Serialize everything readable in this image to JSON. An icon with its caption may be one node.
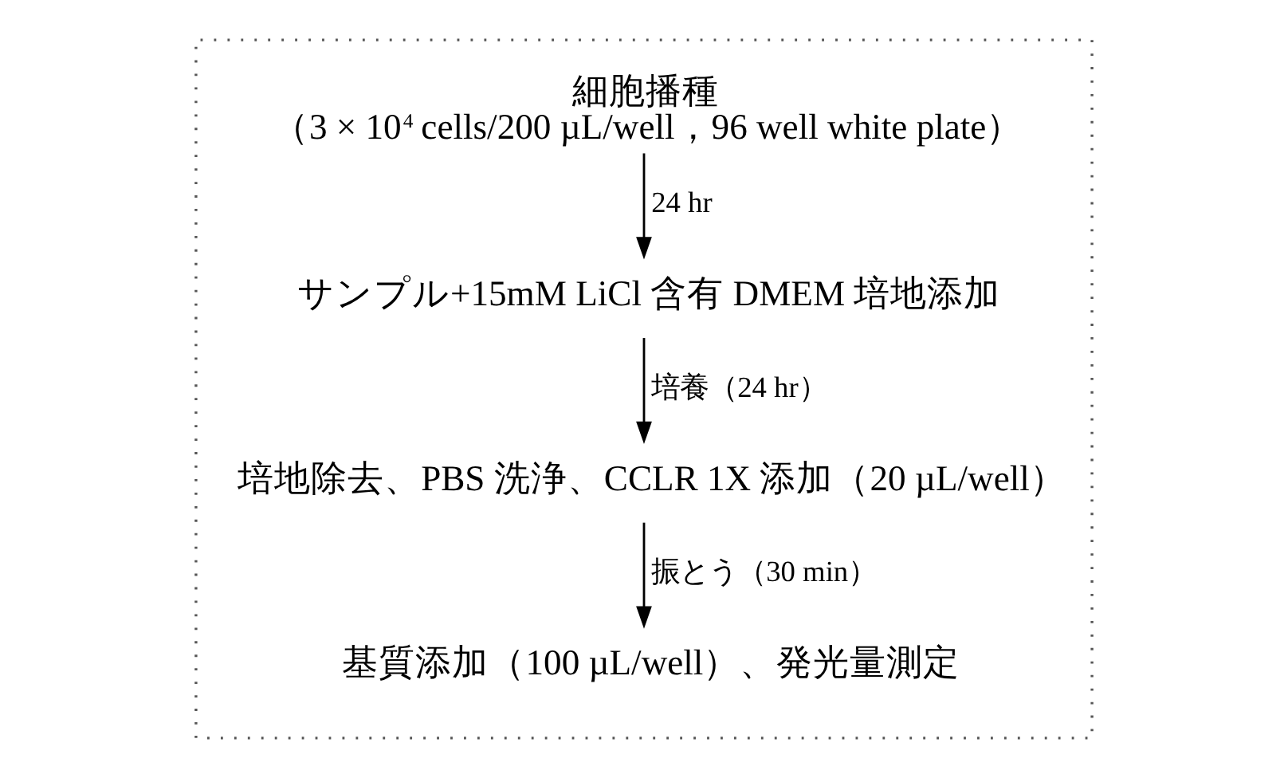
{
  "diagram": {
    "nodes": [
      {
        "text": [],
        "shape": "box"
      },
      {
        "text": [
          "細胞播種",
          "（3 × 10$^{4}$ cells/200 µL/well，96 well white plate）"
        ],
        "in": 0
      },
      {
        "text": [
          "サンプル+15mM LiCl 含有 DMEM 培地添加"
        ],
        "in": 0
      },
      {
        "text": [
          "培地除去、PBS 洗浄、CCLR 1X 添加（20 µL/well）"
        ],
        "in": 0
      },
      {
        "text": [
          "基質添加（100 µL/well）、発光量測定"
        ],
        "in": 0
      }
    ],
    "edges": [
      {
        "from": 1,
        "to": 2,
        "arrow": "to",
        "label": "24 hr"
      },
      {
        "from": 2,
        "to": 3,
        "arrow": "to",
        "label": "培養（24 hr）"
      },
      {
        "from": 3,
        "to": 4,
        "arrow": "to",
        "label": "振とう（30 min）"
      }
    ]
  }
}
